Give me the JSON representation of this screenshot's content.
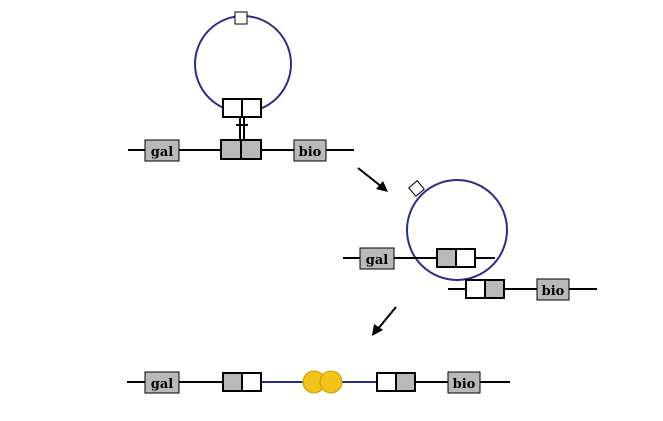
{
  "labels": {
    "gal": "gal",
    "bio": "bio"
  },
  "colors": {
    "background": "#ffffff",
    "chromosome_line": "#000000",
    "phage_dna": "#2b2b8c",
    "box_gray": "#b9b9b9",
    "box_white": "#ffffff",
    "integrase_sphere": "#f2c318",
    "arrow": "#000000"
  },
  "icons": {
    "attachment_site": "split-rectangle",
    "phage_marker": "small-white-square",
    "integration_protein": "yellow-sphere"
  },
  "steps": [
    {
      "stage": "phage-circle-aligned-above-chromosome"
    },
    {
      "stage": "phage-circle-crossing-chromosome"
    },
    {
      "stage": "prophage-integrated-between-gal-and-bio"
    }
  ]
}
